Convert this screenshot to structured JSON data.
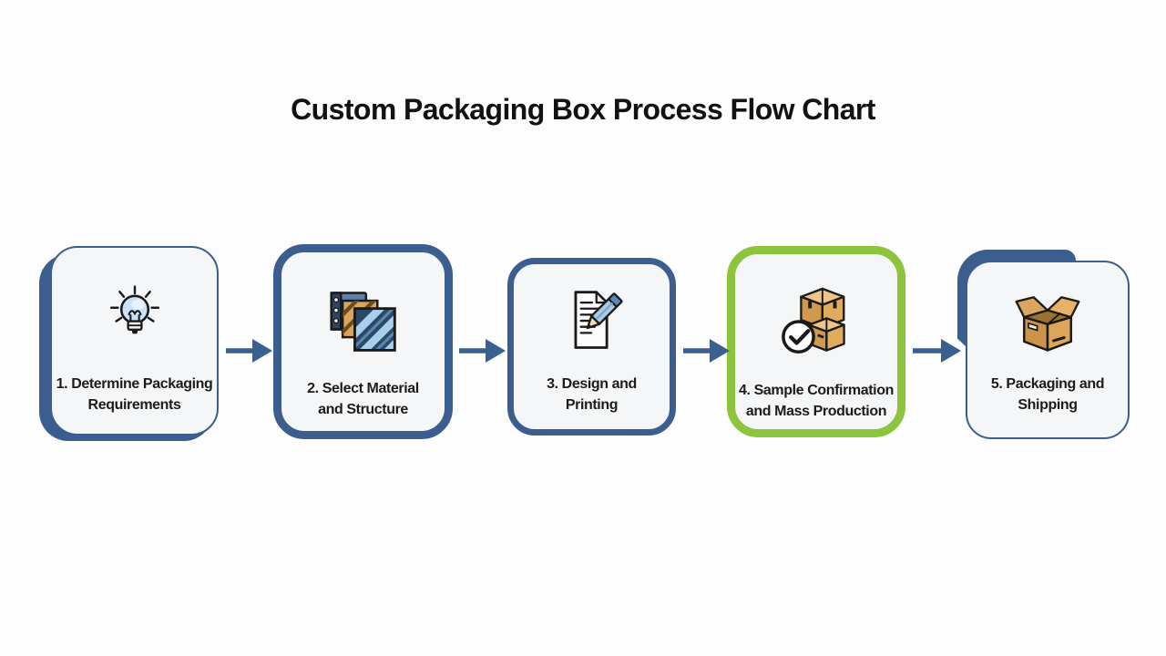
{
  "title": "Custom Packaging Box Process Flow Chart",
  "colors": {
    "accent_blue": "#3c5e8e",
    "highlight_green": "#8cc43e",
    "arrow_blue": "#39608f",
    "box_fill": "#f5f6f7",
    "background": "#fdfdfd",
    "text": "#1c1c1c",
    "icon_tan": "#d79f55",
    "icon_navy": "#2b4868",
    "icon_light_blue": "#a9d0ea"
  },
  "steps": [
    {
      "line1": "1. Determine Packaging",
      "line2": "Requirements",
      "icon": "lightbulb-idea-icon",
      "accent": "#3c5e8e",
      "variant": "thin-border-offset-shadow-bottom-left"
    },
    {
      "line1": "2. Select Material",
      "line2": "and Structure",
      "icon": "material-swatches-icon",
      "accent": "#3c5e8e",
      "variant": "thick-border"
    },
    {
      "line1": "3. Design and",
      "line2": "Printing",
      "icon": "document-pencil-icon",
      "accent": "#3c5e8e",
      "variant": "thick-border"
    },
    {
      "line1": "4. Sample Confirmation",
      "line2": "and Mass Production",
      "icon": "boxes-checkmark-icon",
      "accent": "#8cc43e",
      "variant": "thick-border-highlight"
    },
    {
      "line1": "5. Packaging and",
      "line2": "Shipping",
      "icon": "open-box-icon",
      "accent": "#3c5e8e",
      "variant": "thin-border-offset-shadow-top-left"
    }
  ],
  "arrows": [
    {
      "from": 1,
      "to": 2,
      "direction": "right"
    },
    {
      "from": 2,
      "to": 3,
      "direction": "right"
    },
    {
      "from": 3,
      "to": 4,
      "direction": "right"
    },
    {
      "from": 4,
      "to": 5,
      "direction": "right"
    }
  ]
}
